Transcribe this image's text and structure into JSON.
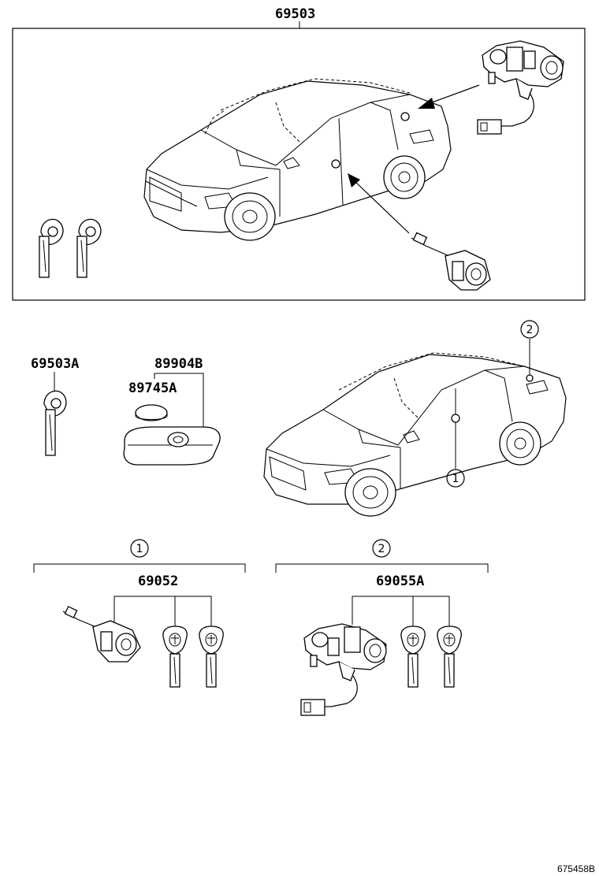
{
  "callouts": {
    "main_assembly": "69503",
    "key_blank": "69503A",
    "transmitter_assy": "89904B",
    "battery": "89745A",
    "door_cylinder_set": "69052",
    "ignition_cylinder_set": "69055A"
  },
  "location_markers": {
    "door_lock": "1",
    "trunk_lock": "2"
  },
  "figure_number": "675458B"
}
